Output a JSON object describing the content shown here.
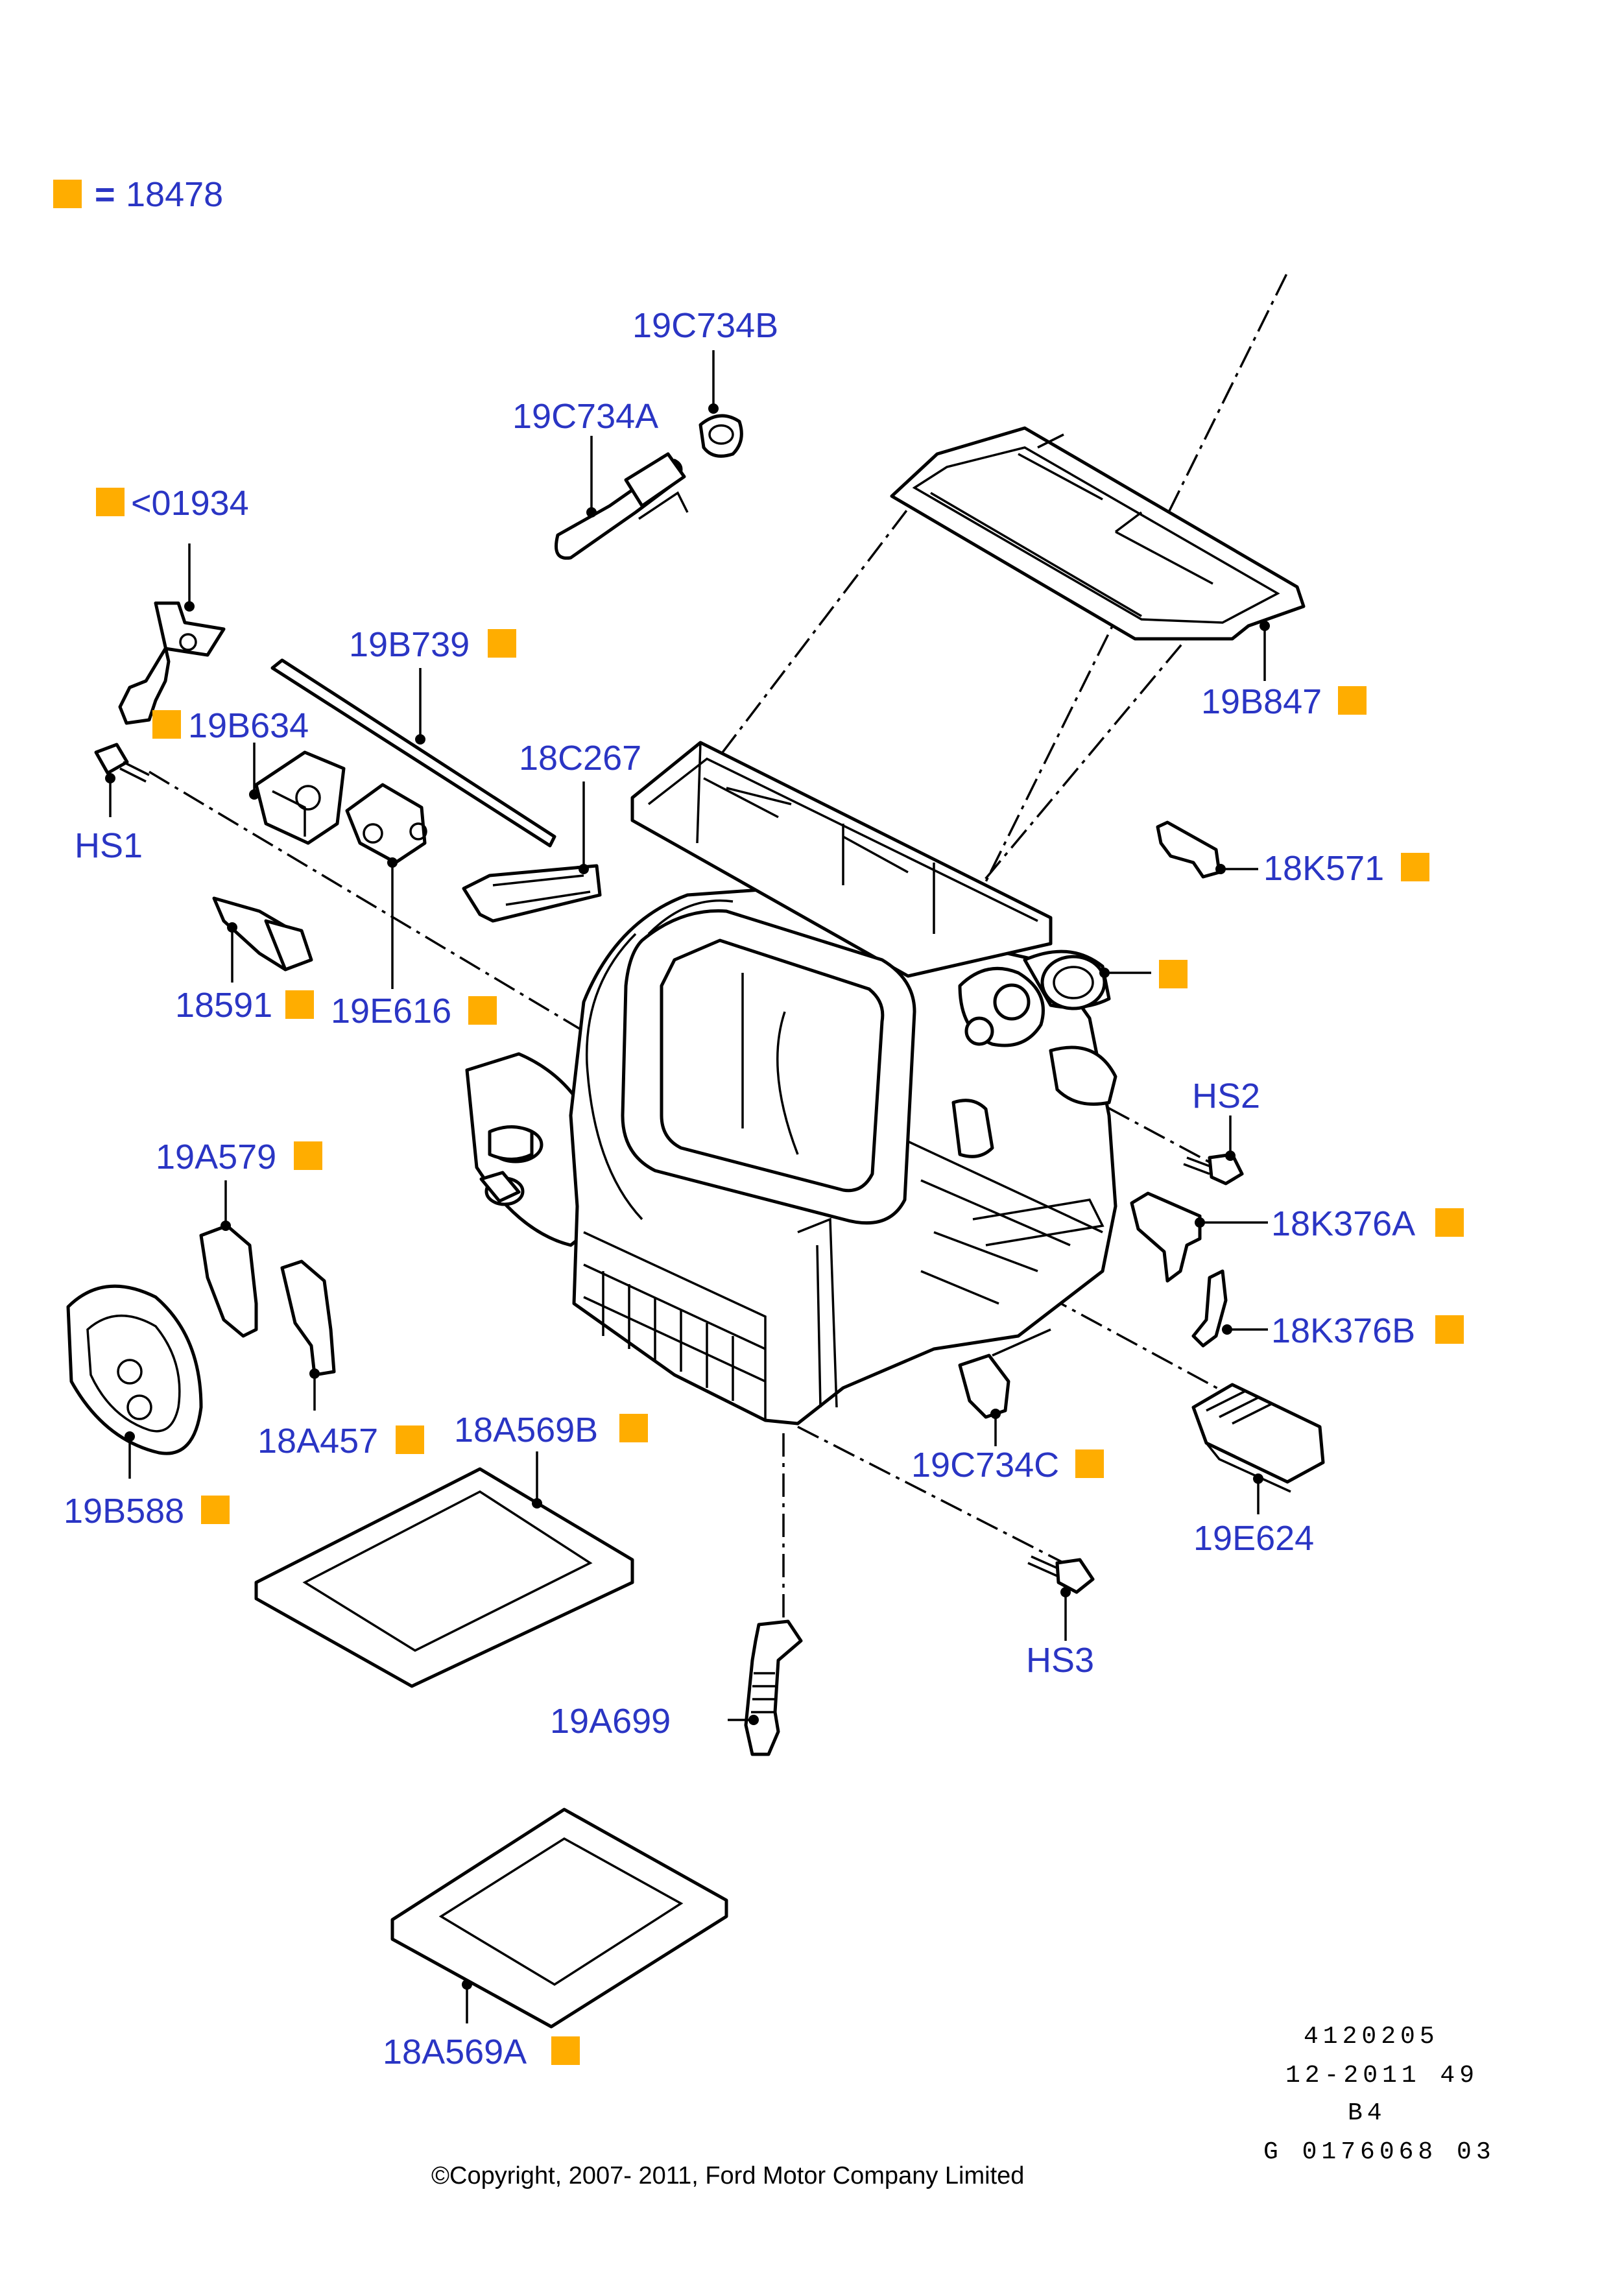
{
  "legend": {
    "value": "18478",
    "equals_sign": "=",
    "marker_color": "#ffad00"
  },
  "callouts": {
    "c_01934": "<01934",
    "c_19C734B": "19C734B",
    "c_19C734A": "19C734A",
    "c_19B739": "19B739",
    "c_19B847": "19B847",
    "c_19B634": "19B634",
    "c_HS1": "HS1",
    "c_18C267": "18C267",
    "c_18K571": "18K571",
    "c_18591": "18591",
    "c_19E616": "19E616",
    "c_HS2": "HS2",
    "c_18K376A": "18K376A",
    "c_18K376B": "18K376B",
    "c_19A579": "19A579",
    "c_18A457": "18A457",
    "c_18A569B": "18A569B",
    "c_19B588": "19B588",
    "c_19C734C": "19C734C",
    "c_19E624": "19E624",
    "c_HS3": "HS3",
    "c_19A699": "19A699",
    "c_18A569A": "18A569A"
  },
  "diagram_meta": {
    "line1": "4120205",
    "line2": "12-2011 49",
    "line3": "B4",
    "line4": "G 0176068 03"
  },
  "copyright": "©Copyright, 2007- 2011, Ford Motor Company Limited",
  "colors": {
    "callout_text": "#2a35c4",
    "marker": "#ffad00",
    "line": "#000000"
  }
}
